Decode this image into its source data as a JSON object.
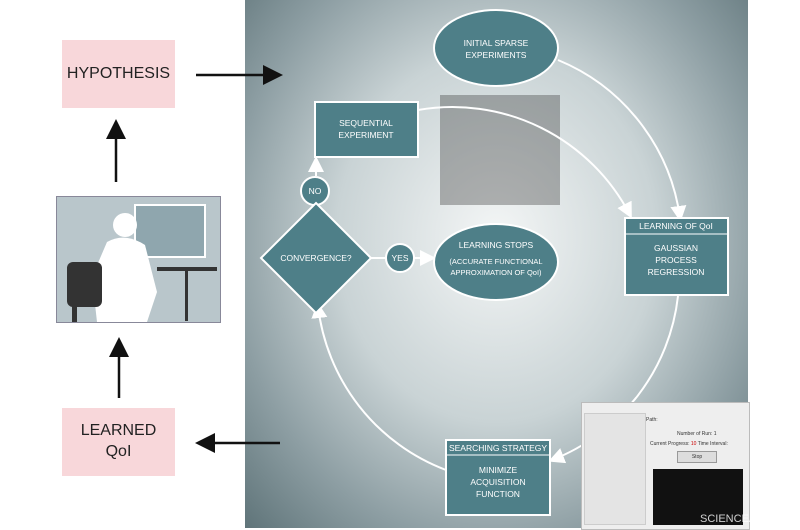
{
  "left": {
    "hypothesis": "HYPOTHESIS",
    "learned": [
      "LEARNED",
      "QoI"
    ]
  },
  "loop": {
    "initial": [
      "INITIAL SPARSE",
      "EXPERIMENTS"
    ],
    "sequential": [
      "SEQUENTIAL",
      "EXPERIMENT"
    ],
    "no": "NO",
    "yes": "YES",
    "convergence": "CONVERGENCE?",
    "stops": [
      "LEARNING STOPS",
      "(ACCURATE FUNCTIONAL",
      "APPROXIMATION OF QoI)"
    ],
    "learning_header": "LEARNING OF QoI",
    "gpr": [
      "GAUSSIAN",
      "PROCESS",
      "REGRESSION"
    ],
    "search_header": "SEARCHING STRATEGY",
    "minimize": [
      "MINIMIZE",
      "ACQUISITION",
      "FUNCTION"
    ]
  },
  "software": {
    "path_label": "Path:",
    "runs_label": "Number of Run:",
    "runs_value": "1",
    "progress_label": "Current Progress:",
    "progress_value": "10",
    "interval_label": "Time Interval:",
    "stop": "Stop"
  },
  "watermark": "SCIENCEAQ.COM",
  "colors": {
    "box": "#4e7f88",
    "pink": "#f8d7da"
  }
}
